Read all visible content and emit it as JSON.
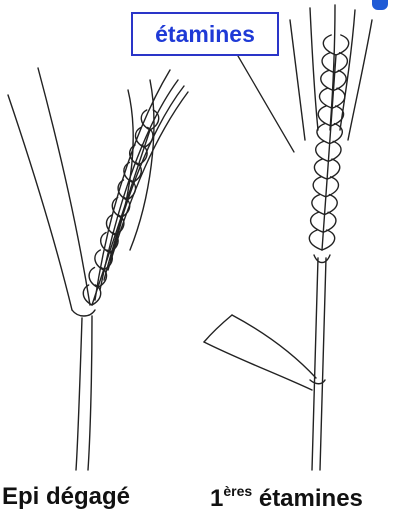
{
  "callout": {
    "label": "étamines"
  },
  "captions": {
    "left": "Epi dégagé",
    "right_number": "1",
    "right_superscript": "ères",
    "right_word": "étamines"
  },
  "colors": {
    "accent": "#1f3ad6",
    "ink": "#111111"
  }
}
